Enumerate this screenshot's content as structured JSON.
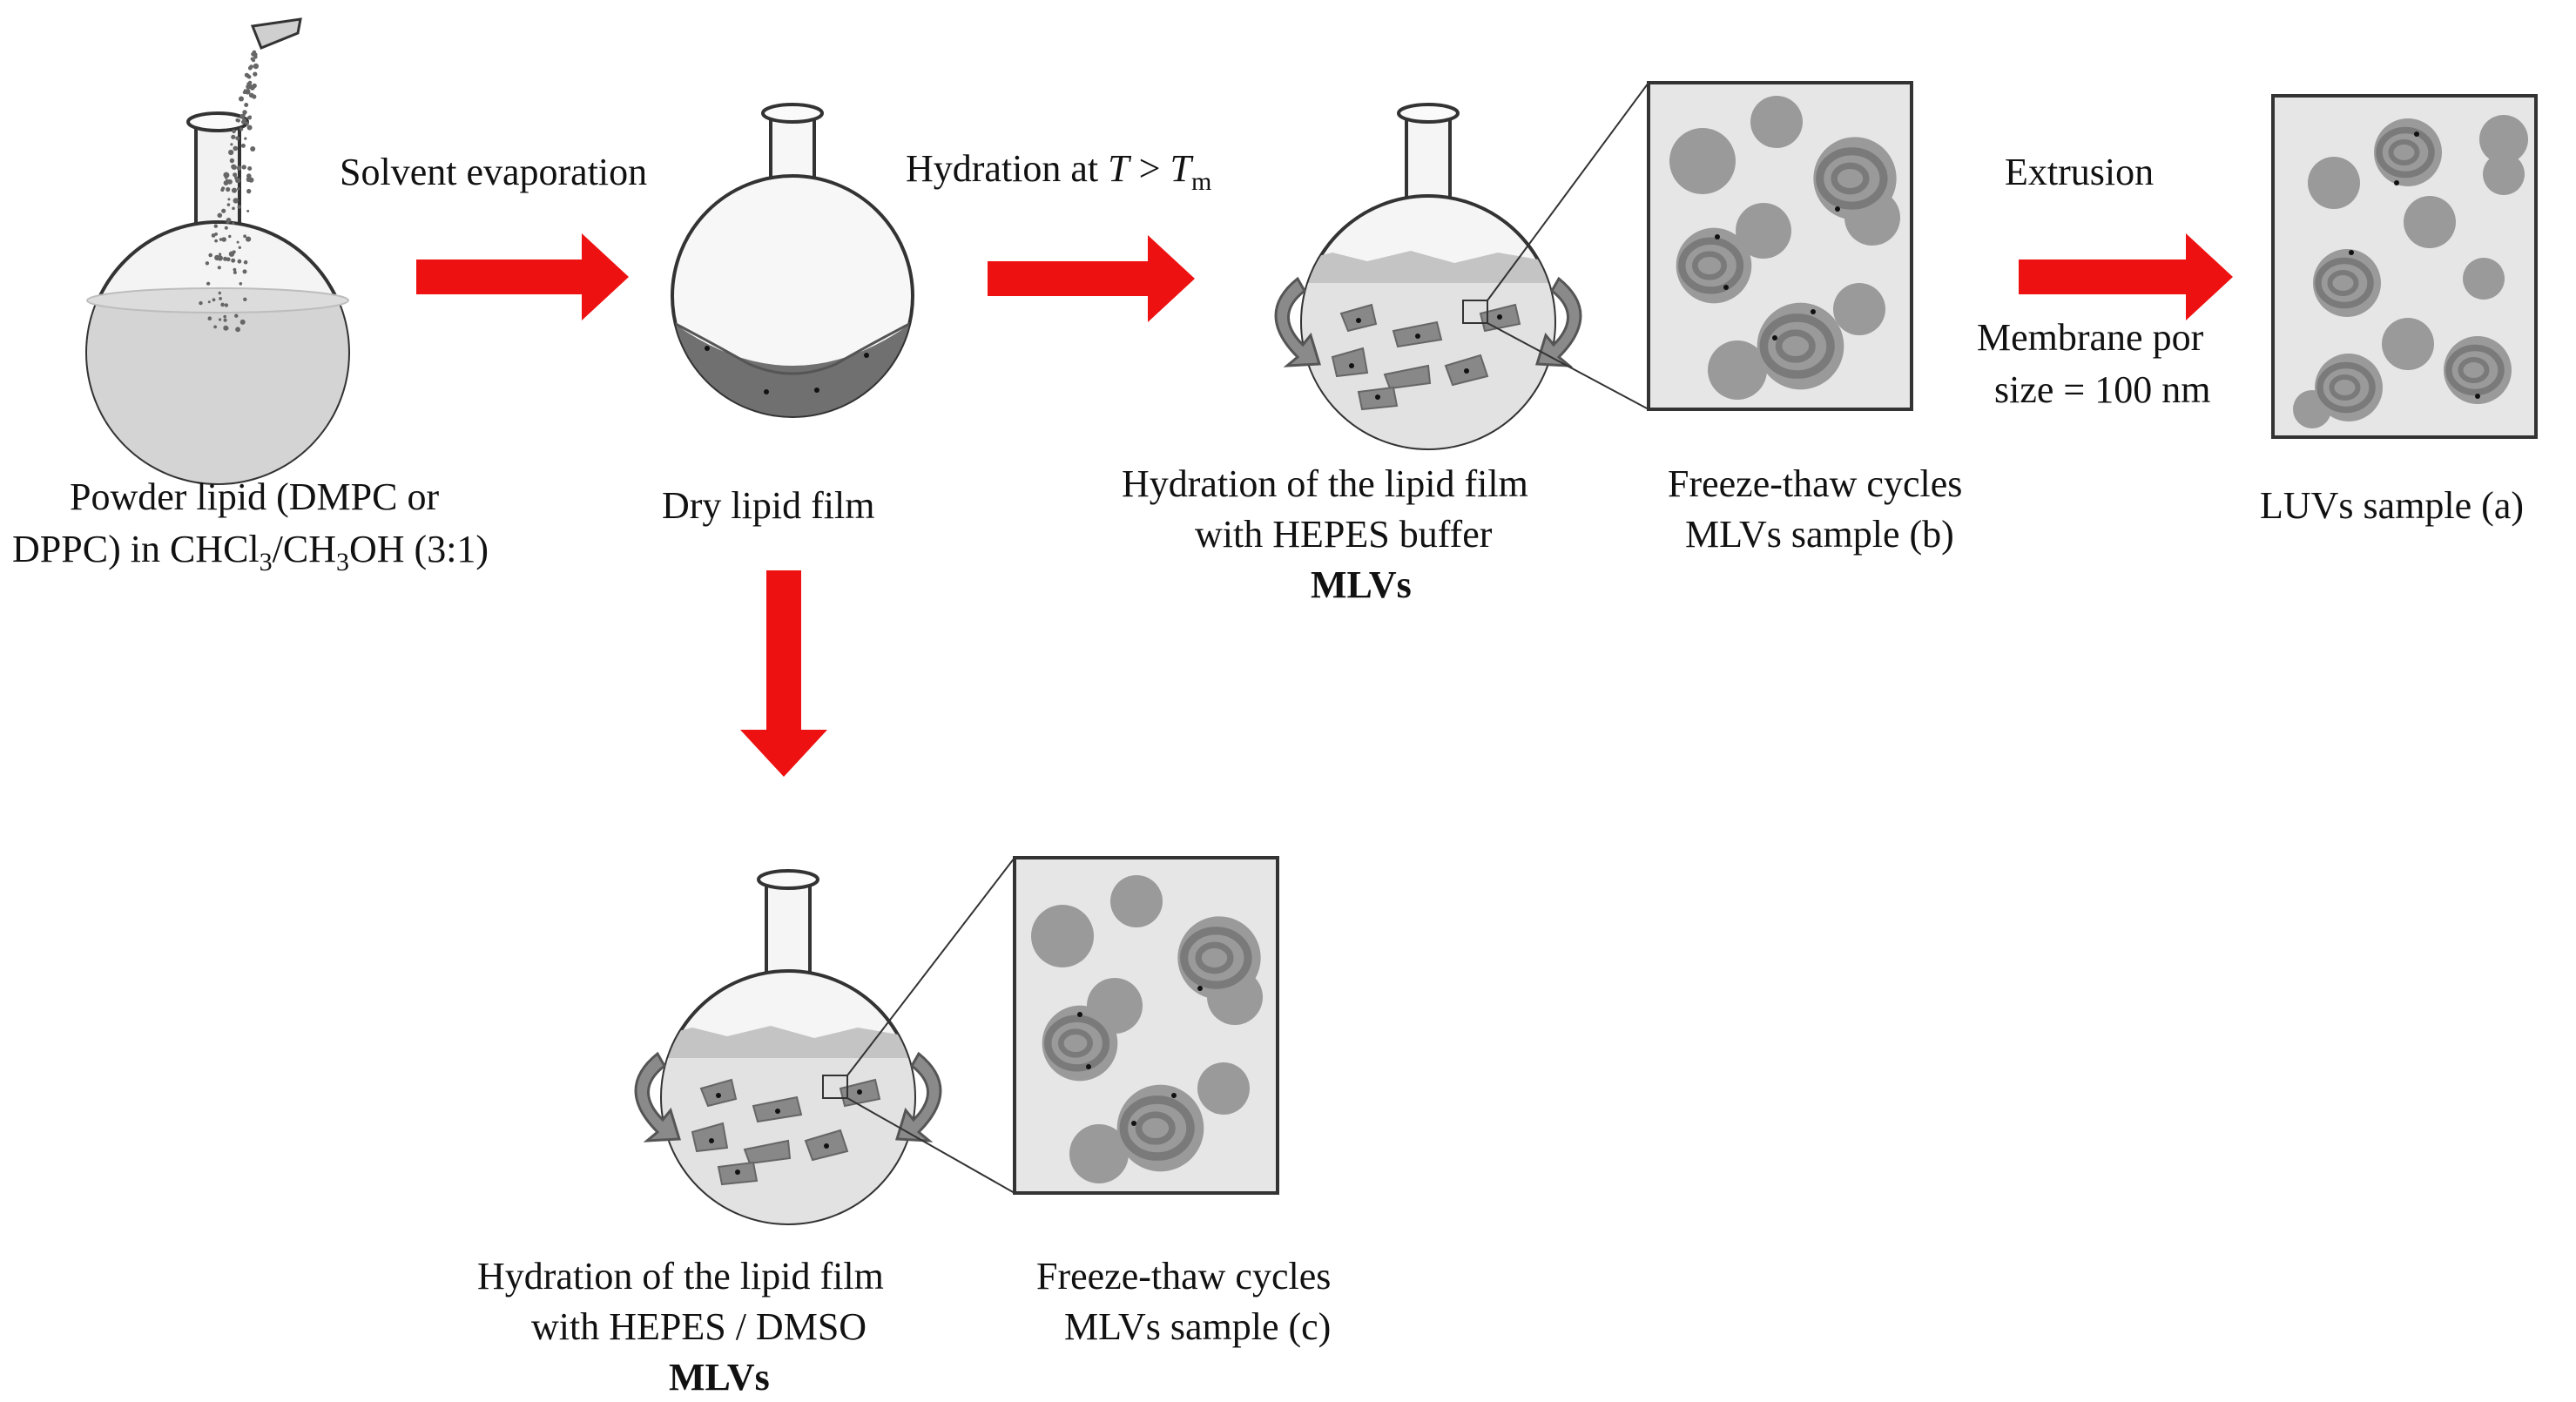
{
  "labels": {
    "solvent_evaporation": "Solvent evaporation",
    "hydration_prefix": "Hydration at ",
    "hydration_T": "T",
    "hydration_gt": " > ",
    "hydration_Tm": "T",
    "hydration_m": "m",
    "extrusion": "Extrusion",
    "membrane_line1": "Membrane por",
    "membrane_line2": "size = 100 nm",
    "powder_line1": "Powder lipid (DMPC or",
    "powder_line2_a": "DPPC) in CHCl",
    "powder_line2_sub1": "3",
    "powder_line2_b": "/CH",
    "powder_line2_sub2": "3",
    "powder_line2_c": "OH (3:1)",
    "dry_film": "Dry lipid film",
    "hyd_top_line1": "Hydration of  the lipid film",
    "hyd_top_line2": "with HEPES buffer",
    "hyd_top_line3": "MLVs",
    "ft_top_line1": "Freeze-thaw cycles",
    "ft_top_line2": "MLVs sample (b)",
    "luvs": "LUVs sample (a)",
    "hyd_bot_line1": "Hydration of  the lipid film",
    "hyd_bot_line2": "with HEPES / DMSO",
    "hyd_bot_line3": "MLVs",
    "ft_bot_line1": "Freeze-thaw cycles",
    "ft_bot_line2": "MLVs sample (c)"
  },
  "colors": {
    "arrow": "#ee1111",
    "liquid": "#d4d4d4",
    "film": "#707070",
    "vesicle": "#9a9a9a",
    "panel": "#e6e6e6",
    "outline": "#333333"
  }
}
